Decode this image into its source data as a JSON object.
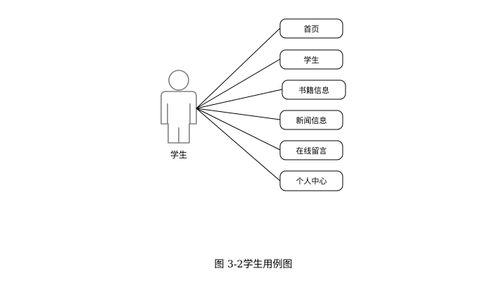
{
  "actor": {
    "label": "学生"
  },
  "use_cases": [
    {
      "label": "首页"
    },
    {
      "label": "学生"
    },
    {
      "label": "书籍信息"
    },
    {
      "label": "新闻信息"
    },
    {
      "label": "在线留言"
    },
    {
      "label": "个人中心"
    }
  ],
  "caption": "图 3-2学生用例图"
}
